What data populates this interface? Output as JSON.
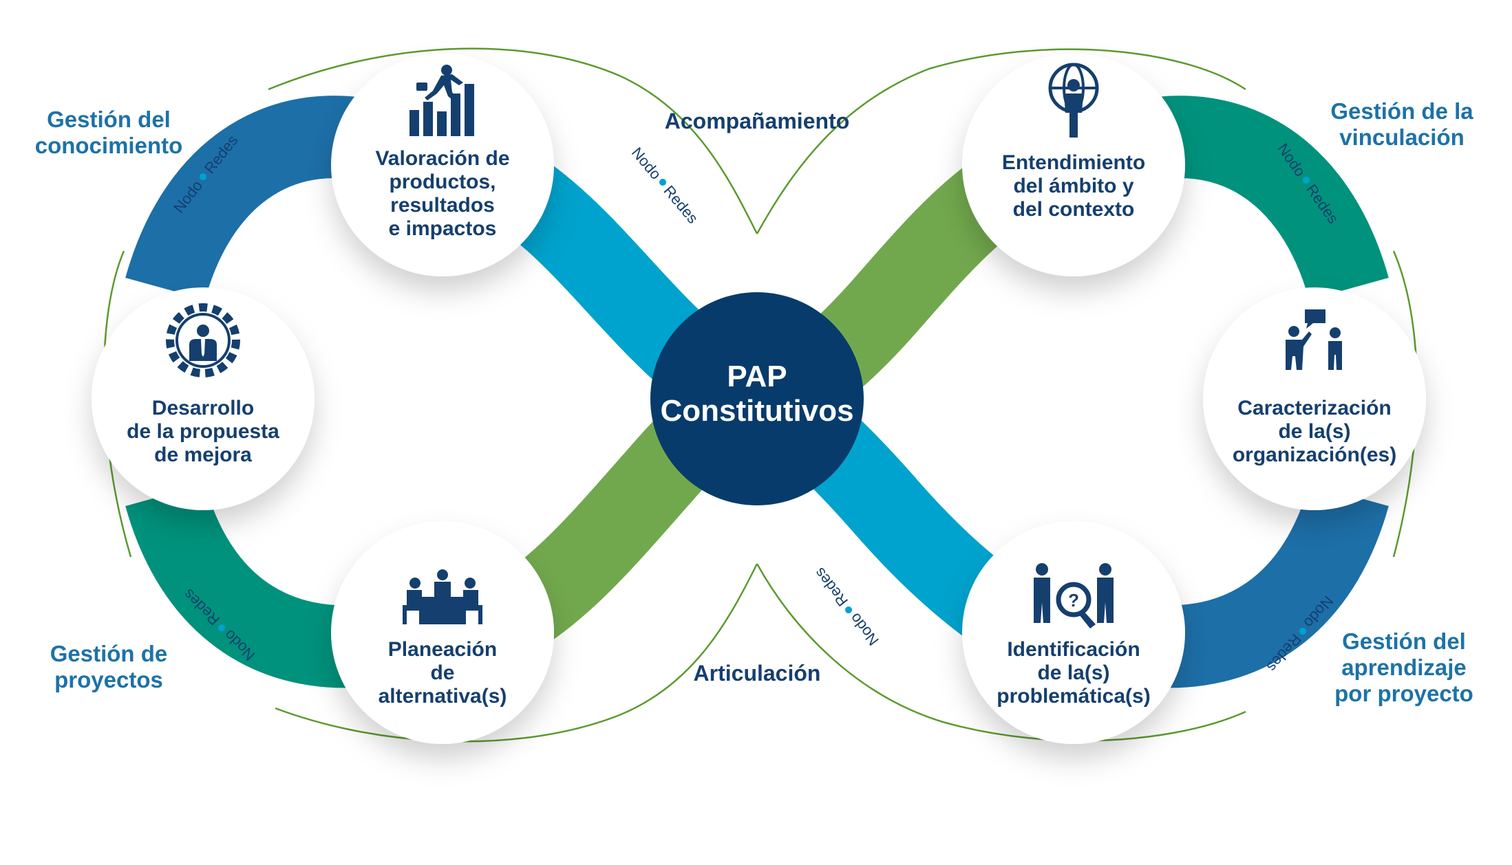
{
  "center": {
    "line1": "PAP",
    "line2": "Constitutivos"
  },
  "nodes": [
    {
      "id": "valoracion",
      "icon": "business-growth-icon",
      "lines": [
        "Valoración de",
        "productos,",
        "resultados",
        "e impactos"
      ]
    },
    {
      "id": "desarrollo",
      "icon": "gear-person-icon",
      "lines": [
        "Desarrollo",
        "de la propuesta",
        "de mejora"
      ]
    },
    {
      "id": "planeacion",
      "icon": "meeting-table-icon",
      "lines": [
        "Planeación",
        "de",
        "alternativa(s)"
      ]
    },
    {
      "id": "entendimiento",
      "icon": "globe-person-icon",
      "lines": [
        "Entendimiento",
        "del ámbito y",
        "del contexto"
      ]
    },
    {
      "id": "caracterizacion",
      "icon": "two-people-chat-icon",
      "lines": [
        "Caracterización",
        "de la(s)",
        "organización(es)"
      ]
    },
    {
      "id": "identificacion",
      "icon": "magnifier-people-icon",
      "lines": [
        "Identificación",
        "de la(s)",
        "problemática(s)"
      ]
    }
  ],
  "side_labels": {
    "conocimiento": [
      "Gestión del",
      "conocimiento"
    ],
    "vinculacion": [
      "Gestión de la",
      "vinculación"
    ],
    "proyectos": [
      "Gestión de",
      "proyectos"
    ],
    "aprendizaje": [
      "Gestión del",
      "aprendizaje",
      "por proyecto"
    ]
  },
  "band_labels": {
    "top": "Acompañamiento",
    "bottom": "Articulación"
  },
  "tags": {
    "nodo": "Nodo",
    "redes": "Redes"
  },
  "colors": {
    "dark_blue": "#1d6fa8",
    "teal": "#00927c",
    "light_blue": "#00a3cd",
    "green": "#72a84d",
    "navy": "#073b6b",
    "text_blue": "#1d72a8",
    "outline": "#5c9a2e"
  }
}
